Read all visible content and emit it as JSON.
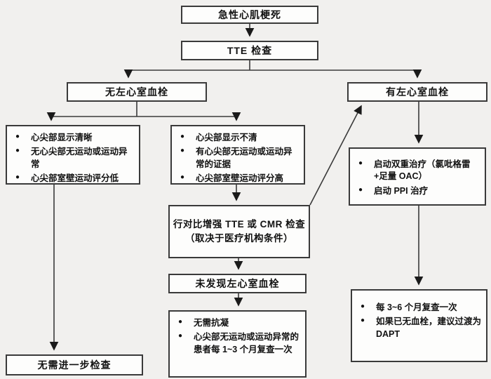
{
  "page": {
    "background": "#f1f0ee",
    "box_fill": "#fdfdfc",
    "line_color": "#3a3a3a",
    "text_color": "#111111"
  },
  "flowchart": {
    "title_node": "急性心肌梗死",
    "nodes": {
      "start": {
        "label": "急性心肌梗死"
      },
      "tte": {
        "label": "TTE 检查"
      },
      "no_thrombus": {
        "label": "无左心室血栓"
      },
      "has_thrombus": {
        "label": "有左心室血栓"
      },
      "apex_clear": {
        "items": [
          "心尖部显示清晰",
          "无心尖部无运动或运动异常",
          "心尖部室壁运动评分低"
        ]
      },
      "apex_unclear": {
        "items": [
          "心尖部显示不清",
          "有心尖部无运动或运动异常的证据",
          "心尖部室壁运动评分高"
        ]
      },
      "dual_therapy": {
        "items": [
          "启动双重治疗（氯吡格雷+足量 OAC）",
          "启动 PPI 治疗"
        ]
      },
      "contrast_exam": {
        "line1": "行对比增强 TTE 或 CMR 检查",
        "line2": "（取决于医疗机构条件）"
      },
      "no_thrombus_found": {
        "label": "未发现左心室血栓"
      },
      "no_anticoagulation": {
        "items": [
          "无需抗凝",
          "心尖部无运动或运动异常的患者每 1~3 个月复查一次"
        ]
      },
      "no_further_exam": {
        "label": "无需进一步检查"
      },
      "followup": {
        "items": [
          "每 3~6 个月复查一次",
          "如果已无血栓，建议过渡为 DAPT"
        ]
      }
    }
  }
}
